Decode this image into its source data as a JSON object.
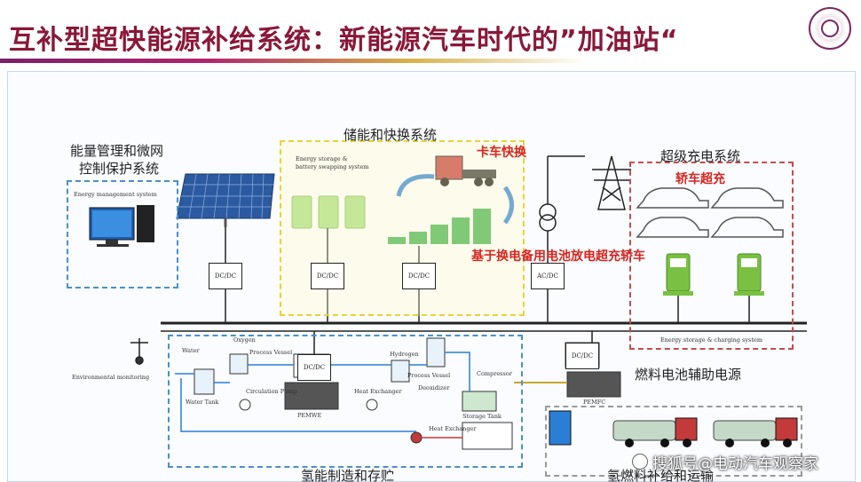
{
  "title": "互补型超快能源补给系统：新能源汽车时代的”加油站“",
  "labels": {
    "energy_mgmt": "能量管理和微网",
    "energy_mgmt2": "控制保护系统",
    "energy_mgmt_system": "Energy management system",
    "storage_swap": "储能和快换系统",
    "storage_swap_en1": "Energy storage &",
    "storage_swap_en2": "battery swapping system",
    "truck_swap": "卡车快换",
    "swap_note": "基于换电备用电池放电超充轿车",
    "super_charge": "超级充电系统",
    "car_super": "轿车超充",
    "storage_charging": "Energy storage & charging system",
    "fc_aux": "燃料电池辅助电源",
    "env_monitor": "Environmental monitoring",
    "h2_prod": "氢能制造和存贮",
    "h2_fuel": "氢燃料补给和运输",
    "dcdc": "DC/DC",
    "acdc": "AC/DC",
    "water": "Water",
    "oxygen": "Oxygen",
    "process_vessel": "Process Vessel",
    "water_tank": "Water Tank",
    "circ_pump": "Circulation Pump",
    "pemwe": "PEMWE",
    "heat_exchanger": "Heat Exchanger",
    "hydrogen": "Hydrogen",
    "process_vessel2": "Process Vessel",
    "deoxidizer": "Deoxidizer",
    "compressor": "Compressor",
    "storage_tank": "Storage Tank",
    "heat_exchanger2": "Heat Exchanger",
    "pemfc": "PEMFC"
  },
  "watermark": "搜狐号@电动汽车观察家",
  "colors": {
    "title": "#8a1838",
    "accent_red": "#d8241e",
    "blue_dash": "#4a90c8",
    "green_charger": "#7ac143"
  }
}
